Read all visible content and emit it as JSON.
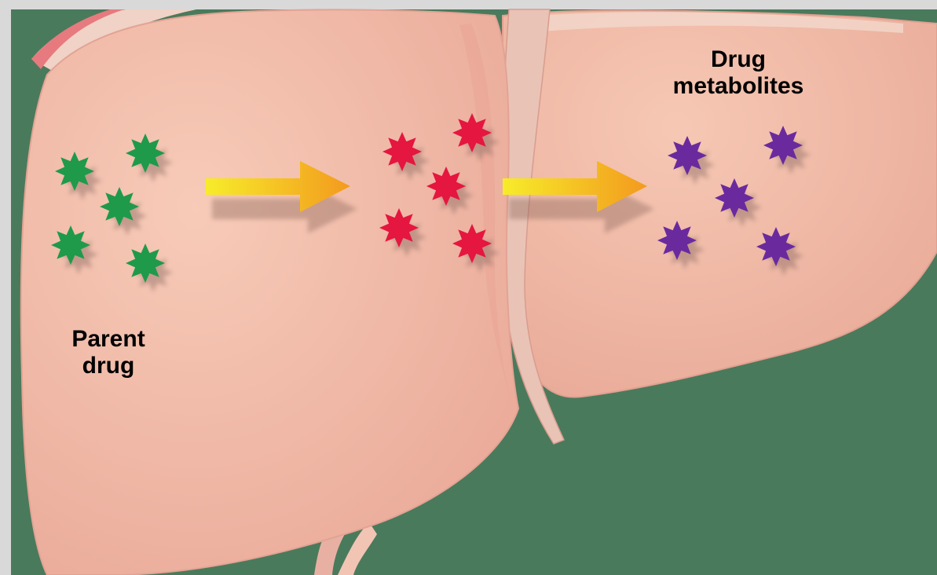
{
  "labels": {
    "parent_line1": "Parent",
    "parent_line2": "drug",
    "metabolites_line1": "Drug",
    "metabolites_line2": "metabolites"
  },
  "colors": {
    "frame": "#d9d9d9",
    "background": "#4a7a5c",
    "liver": "#f2bba6",
    "liver_edge": "#e3a394",
    "parent_drug": "#1f9a4a",
    "intermediate": "#e5163f",
    "metabolite": "#6a2a9e",
    "arrow_start": "#f7ec2a",
    "arrow_end": "#f39a1e"
  },
  "molecules": {
    "parent_count": 5,
    "intermediate_count": 5,
    "metabolite_count": 5
  }
}
